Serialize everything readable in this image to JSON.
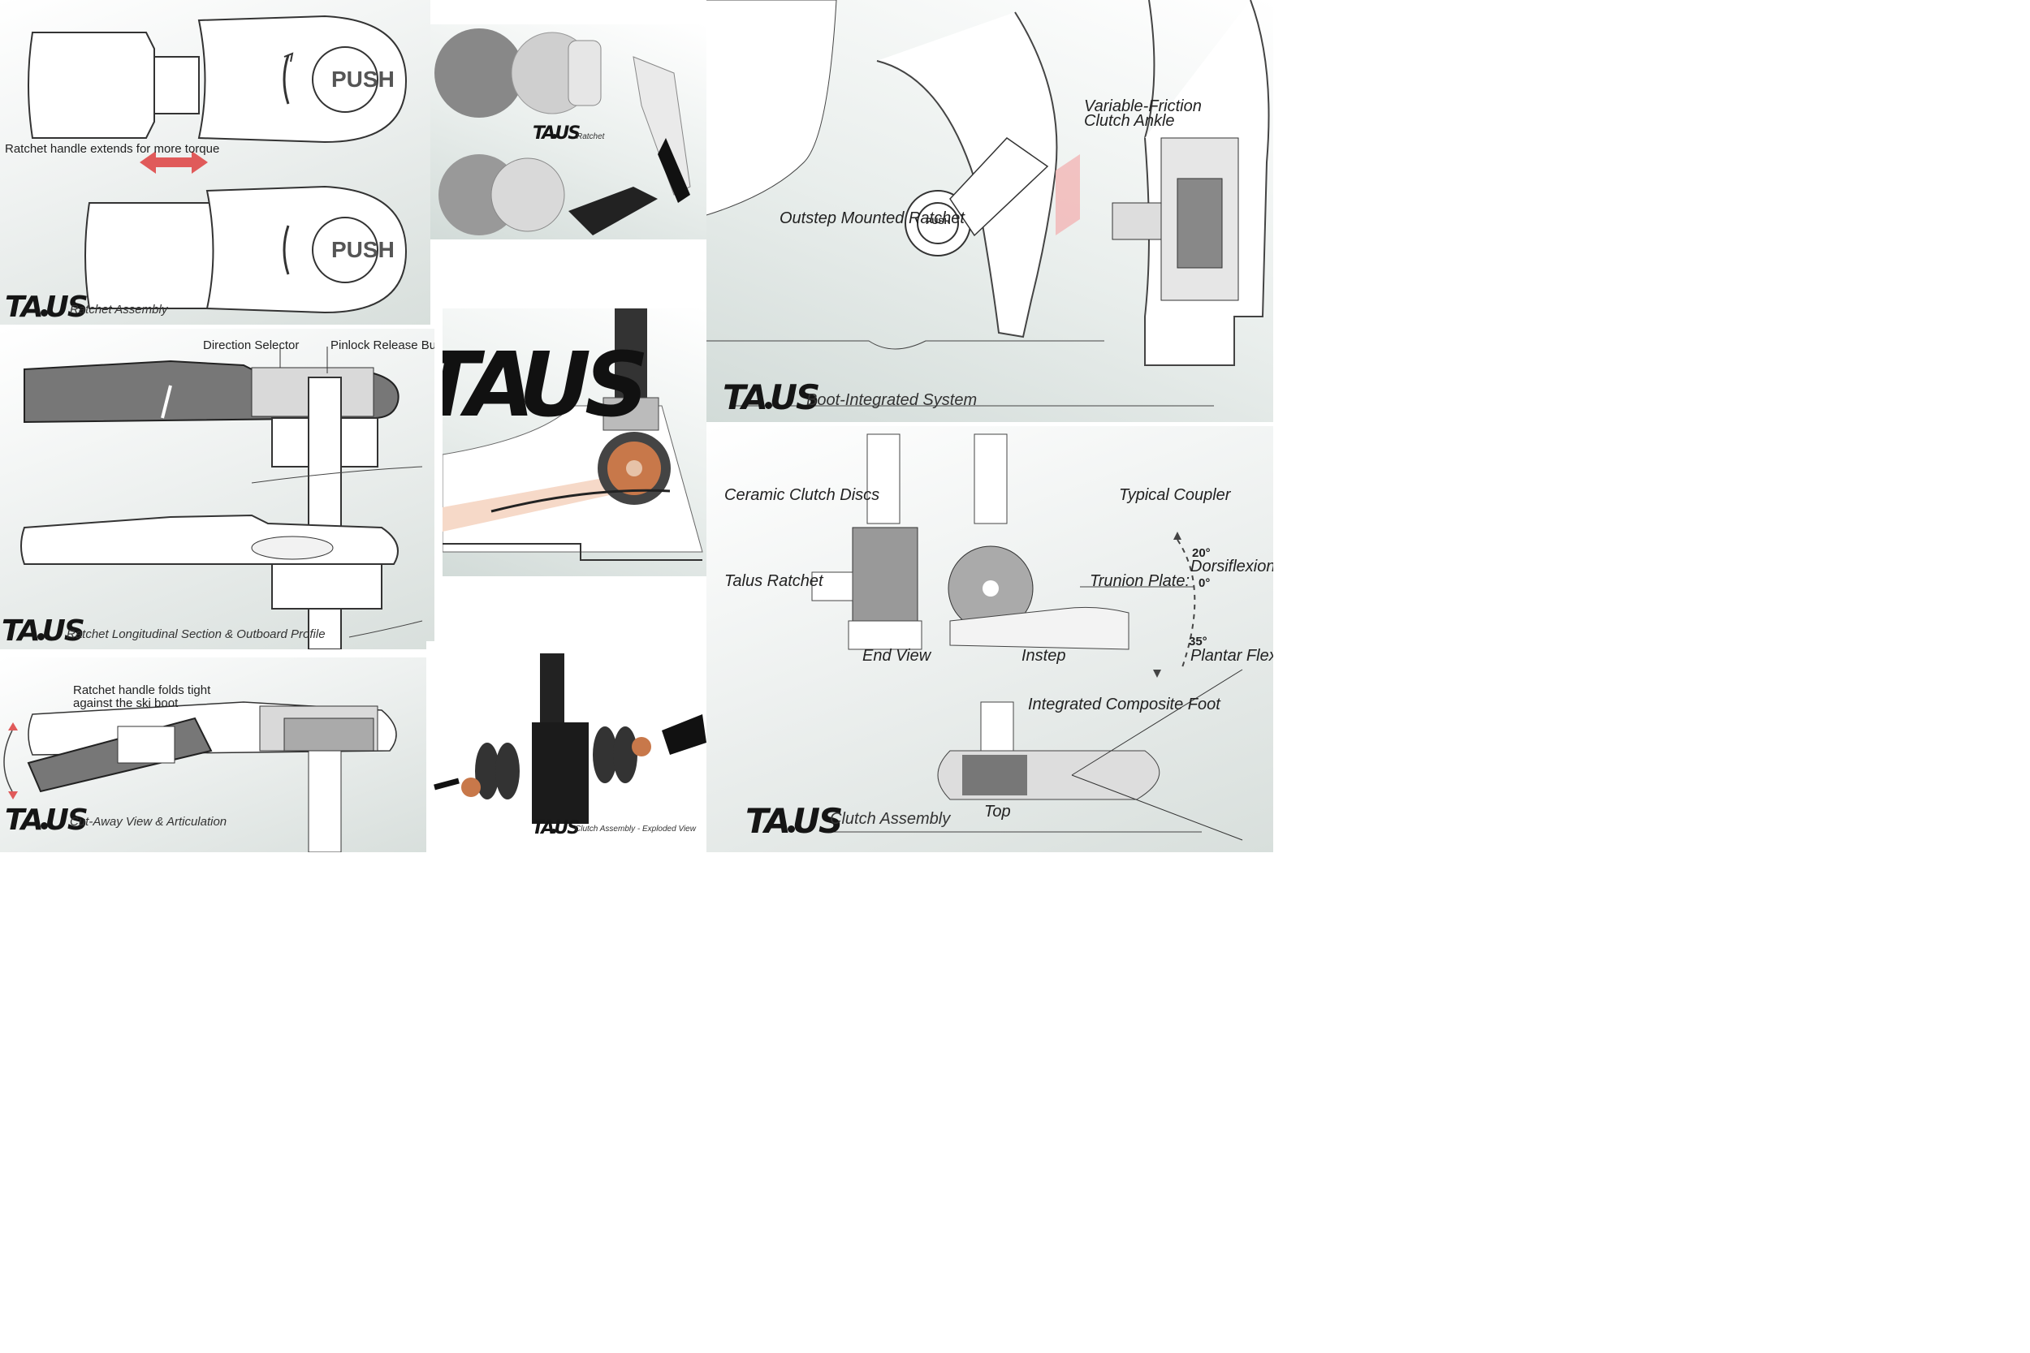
{
  "brand": "TALUS",
  "panels": {
    "ratchet_assembly": {
      "push_label": "PUSH",
      "extend_note": "Ratchet handle extends for more torque",
      "caption": "Ratchet Assembly"
    },
    "ratchet_render": {
      "caption": "Ratchet"
    },
    "longitudinal_section": {
      "direction_selector": "Direction Selector",
      "pinlock_release": "Pinlock Release Button",
      "caption": "Ratchet Longitudinal Section & Outboard Profile"
    },
    "cutaway": {
      "fold_note_line1": "Ratchet handle folds tight",
      "fold_note_line2": "against the ski boot",
      "caption": "Cut-Away View & Articulation"
    },
    "exploded": {
      "caption": "Clutch Assembly - Exploded View"
    },
    "boot_integrated": {
      "variable_friction_line1": "Variable-Friction",
      "variable_friction_line2": "Clutch Ankle",
      "outstep_ratchet": "Outstep Mounted Ratchet",
      "push_small": "PUSH",
      "caption": "Boot-Integrated System"
    },
    "clutch_assembly": {
      "ceramic_discs": "Ceramic Clutch Discs",
      "typical_coupler": "Typical Coupler",
      "talus_ratchet": "Talus Ratchet",
      "trunion_plate": "Trunion Plate:",
      "end_view": "End View",
      "instep": "Instep",
      "integrated_foot": "Integrated Composite Foot",
      "top": "Top",
      "dorsi_angle": "20°",
      "dorsiflexion": "Dorsiflexion",
      "zero_angle": "0°",
      "plantar_angle": "35°",
      "plantar_flexion": "Plantar Flexion",
      "caption": "Clutch Assembly"
    }
  },
  "colors": {
    "accent_red": "#e05a5a",
    "copper": "#c8784a",
    "skin": "#f6d9c8",
    "panel_tint": "#d8dfdc"
  }
}
